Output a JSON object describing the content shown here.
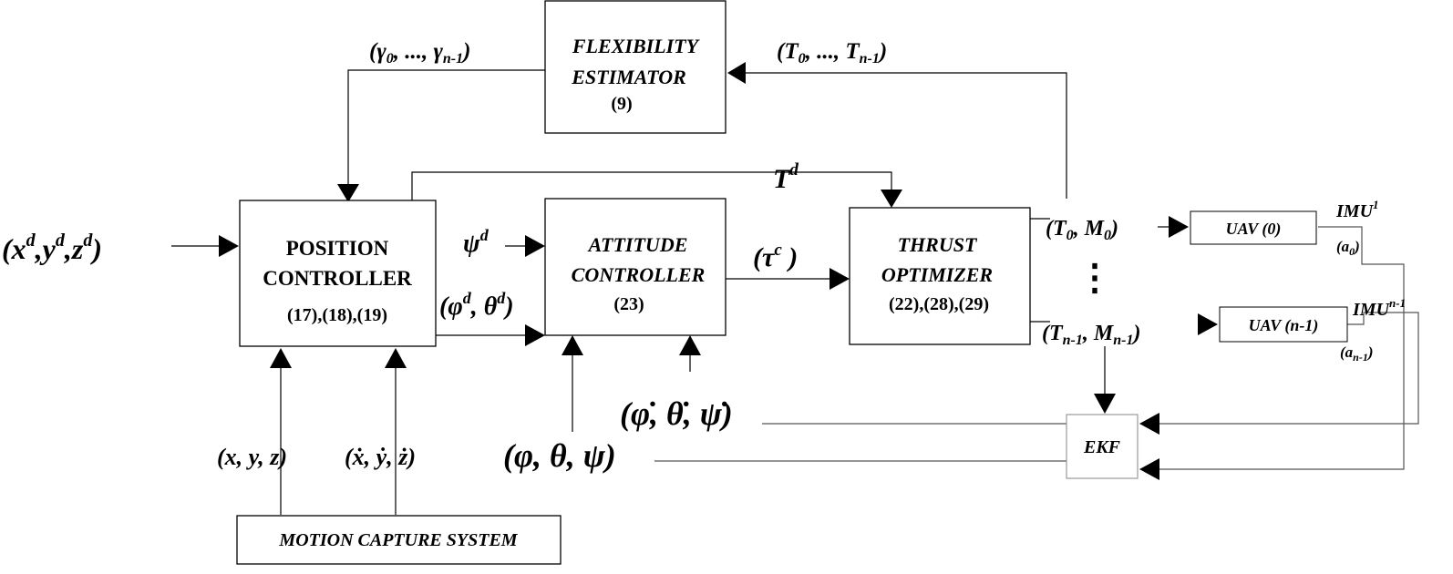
{
  "blocks": {
    "flexibility_estimator": {
      "line1": "FLEXIBILITY",
      "line2": "ESTIMATOR",
      "eq": "(9)"
    },
    "position_controller": {
      "line1": "POSITION",
      "line2": "CONTROLLER",
      "eq": "(17),(18),(19)"
    },
    "attitude_controller": {
      "line1": "ATTITUDE",
      "line2": "CONTROLLER",
      "eq": "(23)"
    },
    "thrust_optimizer": {
      "line1": "THRUST",
      "line2": "OPTIMIZER",
      "eq": "(22),(28),(29)"
    },
    "uav_0": "UAV (0)",
    "uav_n1": "UAV (n-1)",
    "ekf": "EKF",
    "motion_capture": "MOTION CAPTURE SYSTEM"
  },
  "signals": {
    "gamma": {
      "open": "(γ",
      "s0": "0",
      "mid": ", ..., γ",
      "sn": "n-1",
      "close": ")"
    },
    "thrusts": {
      "open": "(T",
      "s0": "0",
      "mid": ", ..., T",
      "sn": "n-1",
      "close": ")"
    },
    "t_d": {
      "base": "T",
      "sup": "d"
    },
    "desired_pos": {
      "x": "(x",
      "y": ",y",
      "z": ",z",
      "close": ")",
      "sup": "d"
    },
    "psi_d": {
      "base": "ψ",
      "sup": "d"
    },
    "phi_theta_d": {
      "open": "(φ",
      "mid": ", θ",
      "close": ")",
      "sup": "d"
    },
    "tau_c": {
      "open": "(τ",
      "sup": "c",
      "close": " )"
    },
    "t0_m0": {
      "open": "(T",
      "s": "0",
      "mid": ", M",
      "close": ")"
    },
    "tn_mn": {
      "open": "(T",
      "s": "n-1",
      "mid": ", M",
      "close": ")"
    },
    "imu_1": {
      "base": "IMU",
      "sup": "1"
    },
    "a_0": {
      "open": "(a",
      "s": "0",
      "close": ")"
    },
    "imu_n1": {
      "base": "IMU",
      "sup": "n-1"
    },
    "a_n1": {
      "open": "(a",
      "s": "n-1",
      "close": ")"
    },
    "rates_att": "(φ̇, θ̇, ψ̇)",
    "angles": "(φ, θ, ψ)",
    "position": "(x, y, z)",
    "velocity": "(ẋ, ẏ, ż)",
    "dots": "⋮"
  }
}
